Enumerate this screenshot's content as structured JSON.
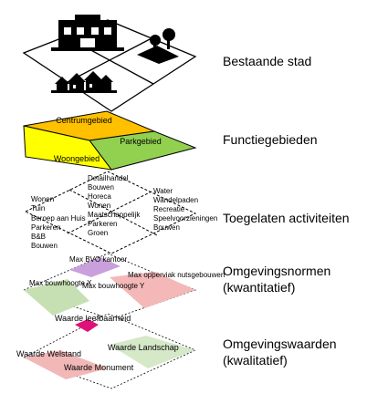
{
  "layers": [
    {
      "label": "Bestaande stad"
    },
    {
      "label": "Functiegebieden",
      "zones": [
        "Centrumgebied",
        "Parkgebied",
        "Woongebied"
      ]
    },
    {
      "label": "Toegelaten activiteiten",
      "activities": {
        "woon": [
          "Wonen",
          "Tuin",
          "Beroep aan Huis",
          "Parkeren",
          "B&B",
          "Bouwen"
        ],
        "centrum": [
          "Detailhandel",
          "Bouwen",
          "Horeca",
          "Wonen",
          "Maatschappelijk",
          "Parkeren",
          "Groen"
        ],
        "park": [
          "Water",
          "Wandelpaden",
          "Recreatie",
          "Speelvoorzieningen",
          "Bouwen"
        ]
      }
    },
    {
      "label": "Omgevingsnormen\n(kwantitatief)",
      "norms": [
        "Max BVO kantoor",
        "Max opperviak nutsgebouwen",
        "Max bouwhoogte X",
        "Max bouwhoogte Y"
      ]
    },
    {
      "label": "Omgevingswaarden\n(kwalitatief)",
      "values": [
        "Waarde leefbaarheid",
        "Waarde Welstand",
        "Waarde Landschap",
        "Waarde Monument"
      ]
    }
  ],
  "icons": {
    "mall_sign": "MALL",
    "mall": "mall-icon",
    "trees": "trees-icon",
    "houses": "houses-icon"
  },
  "colors": {
    "centrum": "#ffc000",
    "park": "#92d050",
    "woon": "#ffff00",
    "norm_purple": "#c9a0dc",
    "norm_pink": "#f4b8b8",
    "norm_green": "#c6dfb3",
    "waarde_magenta": "#e0107a",
    "waarde_green": "#d5e8c8",
    "waarde_pink": "#f2b8b8"
  }
}
